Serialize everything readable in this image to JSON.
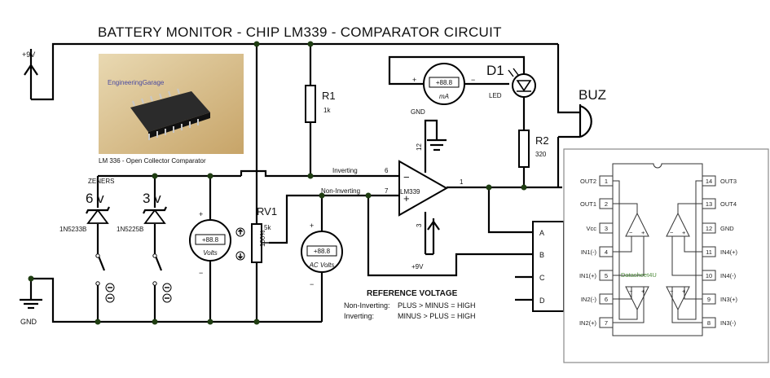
{
  "title": "BATTERY MONITOR - CHIP LM339 - COMPARATOR CIRCUIT",
  "rails": {
    "supply": "+9V",
    "ground": "GND"
  },
  "photo": {
    "caption": "LM 336 - Open Collector Comparator",
    "watermark": "EngineeringGarage"
  },
  "resistors": {
    "r1": {
      "name": "R1",
      "value": "1k"
    },
    "r2": {
      "name": "R2",
      "value": "320"
    },
    "rv1": {
      "name": "RV1",
      "value": "5k",
      "setting": "100%"
    }
  },
  "meters": {
    "ammeter": {
      "reading": "+88.8",
      "unit": "mA",
      "plus": "+",
      "minus": "−"
    },
    "voltmeter": {
      "reading": "+88.8",
      "unit": "Volts",
      "plus": "+",
      "minus": "−"
    },
    "ac_voltmeter": {
      "reading": "+88.8",
      "unit": "AC Volts",
      "plus": "+",
      "minus": "−"
    }
  },
  "led": {
    "name": "D1",
    "label": "LED"
  },
  "buzzer": {
    "name": "BUZ"
  },
  "zeners": {
    "label": "ZENERS",
    "z1": {
      "voltage": "6 v",
      "part": "1N5233B"
    },
    "z2": {
      "voltage": "3 v",
      "part": "1N5225B"
    }
  },
  "opamp": {
    "name": "LM339",
    "inverting_label": "Inverting",
    "non_inverting_label": "Non-Inverting",
    "pin_inv": "6",
    "pin_noninv": "7",
    "pin_out": "1",
    "pin_vcc": "3",
    "pin_gnd": "12",
    "vcc_label": "+9V",
    "gnd_label": "GND",
    "minus": "−",
    "plus": "+"
  },
  "connector": {
    "labels": [
      "A",
      "B",
      "C",
      "D"
    ]
  },
  "reference": {
    "heading": "REFERENCE VOLTAGE",
    "line1_label": "Non-Inverting:",
    "line1_value": "PLUS > MINUS = HIGH",
    "line2_label": "Inverting:",
    "line2_value": "MINUS > PLUS = HIGH"
  },
  "pinout": {
    "watermark": "Datasheet4U",
    "left": [
      {
        "label": "OUT2",
        "num": "1"
      },
      {
        "label": "OUT1",
        "num": "2"
      },
      {
        "label": "Vcc",
        "num": "3"
      },
      {
        "label": "IN1(-)",
        "num": "4"
      },
      {
        "label": "IN1(+)",
        "num": "5"
      },
      {
        "label": "IN2(-)",
        "num": "6"
      },
      {
        "label": "IN2(+)",
        "num": "7"
      }
    ],
    "right": [
      {
        "label": "OUT3",
        "num": "14"
      },
      {
        "label": "OUT4",
        "num": "13"
      },
      {
        "label": "GND",
        "num": "12"
      },
      {
        "label": "IN4(+)",
        "num": "11"
      },
      {
        "label": "IN4(-)",
        "num": "10"
      },
      {
        "label": "IN3(+)",
        "num": "9"
      },
      {
        "label": "IN3(-)",
        "num": "8"
      }
    ]
  }
}
